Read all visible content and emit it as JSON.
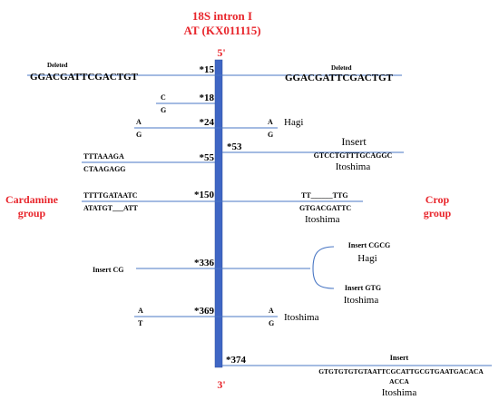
{
  "header": {
    "line1": "18S intron I",
    "line2": "AT (KX011115)",
    "five_prime": "5'",
    "three_prime": "3'"
  },
  "groups": {
    "left_line1": "Cardamine",
    "left_line2": "group",
    "right_line1": "Crop",
    "right_line2": "group"
  },
  "sites": {
    "s15": {
      "pos": "*15",
      "left_note": "Deleted",
      "left_seq": "GGACGATTCGACTGT",
      "right_note": "Deleted",
      "right_seq": "GGACGATTCGACTGT"
    },
    "s18": {
      "pos": "*18",
      "left_top": "C",
      "left_bottom": "G"
    },
    "s24": {
      "pos": "*24",
      "left_top": "A",
      "left_bottom": "G",
      "right_top": "A",
      "right_bottom": "G",
      "right_label": "Hagi"
    },
    "s53": {
      "pos": "*53",
      "right_insert": "Insert",
      "right_seq": "GTCCTGTTTGCAGGC",
      "right_label": "Itoshima"
    },
    "s55": {
      "pos": "*55",
      "left_top": "TTTAAAGA",
      "left_bottom": "CTAAGAGG"
    },
    "s150": {
      "pos": "*150",
      "left_top": "TTTTGATAATC",
      "left_bottom": "ATATGT___ATT",
      "right_top": "TT______TTG",
      "right_bottom": "GTGACGATTC",
      "right_label": "Itoshima"
    },
    "s336": {
      "pos": "*336",
      "left_note": "Insert CG",
      "upper_insert": "Insert CGCG",
      "upper_label": "Hagi",
      "lower_insert": "Insert GTG",
      "lower_label": "Itoshima"
    },
    "s369": {
      "pos": "*369",
      "left_top": "A",
      "left_bottom": "T",
      "right_top": "A",
      "right_bottom": "G",
      "right_label": "Itoshima"
    },
    "s374": {
      "pos": "*374",
      "right_insert": "Insert",
      "right_seq1": "GTGTGTGTGTAATTCGCATTGCGTGAATGACACA",
      "right_seq2": "ACCA",
      "right_label": "Itoshima"
    }
  },
  "colors": {
    "backbone": "#3f66c4",
    "lines": "#4a77c4",
    "accent": "#e8262c"
  }
}
